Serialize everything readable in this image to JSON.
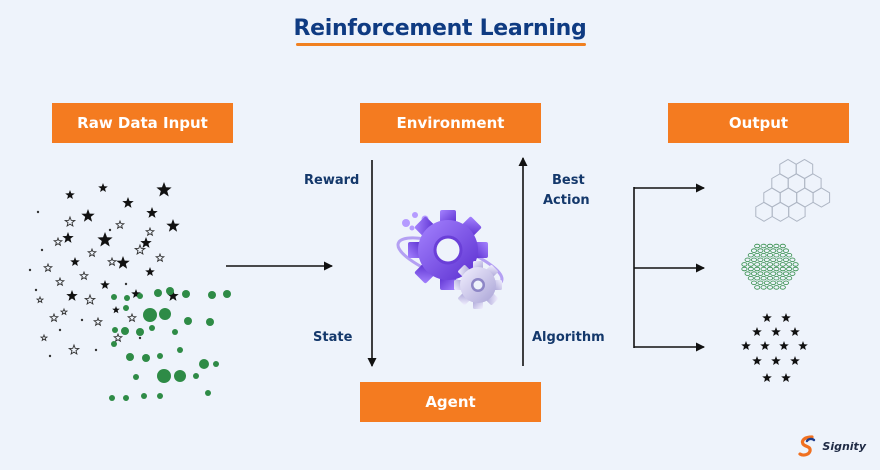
{
  "title": "Reinforcement Learning",
  "boxes": {
    "raw_data_input": "Raw Data Input",
    "environment": "Environment",
    "output": "Output",
    "agent": "Agent"
  },
  "labels": {
    "reward": "Reward",
    "state": "State",
    "best_action_line1": "Best",
    "best_action_line2": "Action",
    "algorithm": "Algorithm"
  },
  "logo": {
    "text": "Signity",
    "icon": "signity-logo-icon"
  },
  "colors": {
    "accent_orange": "#f47b20",
    "title_blue": "#0f3b82",
    "label_blue": "#14386b",
    "scatter_green": "#2e8b46",
    "gear_purple": "#7a4ee0",
    "background": "#eef3fb"
  }
}
